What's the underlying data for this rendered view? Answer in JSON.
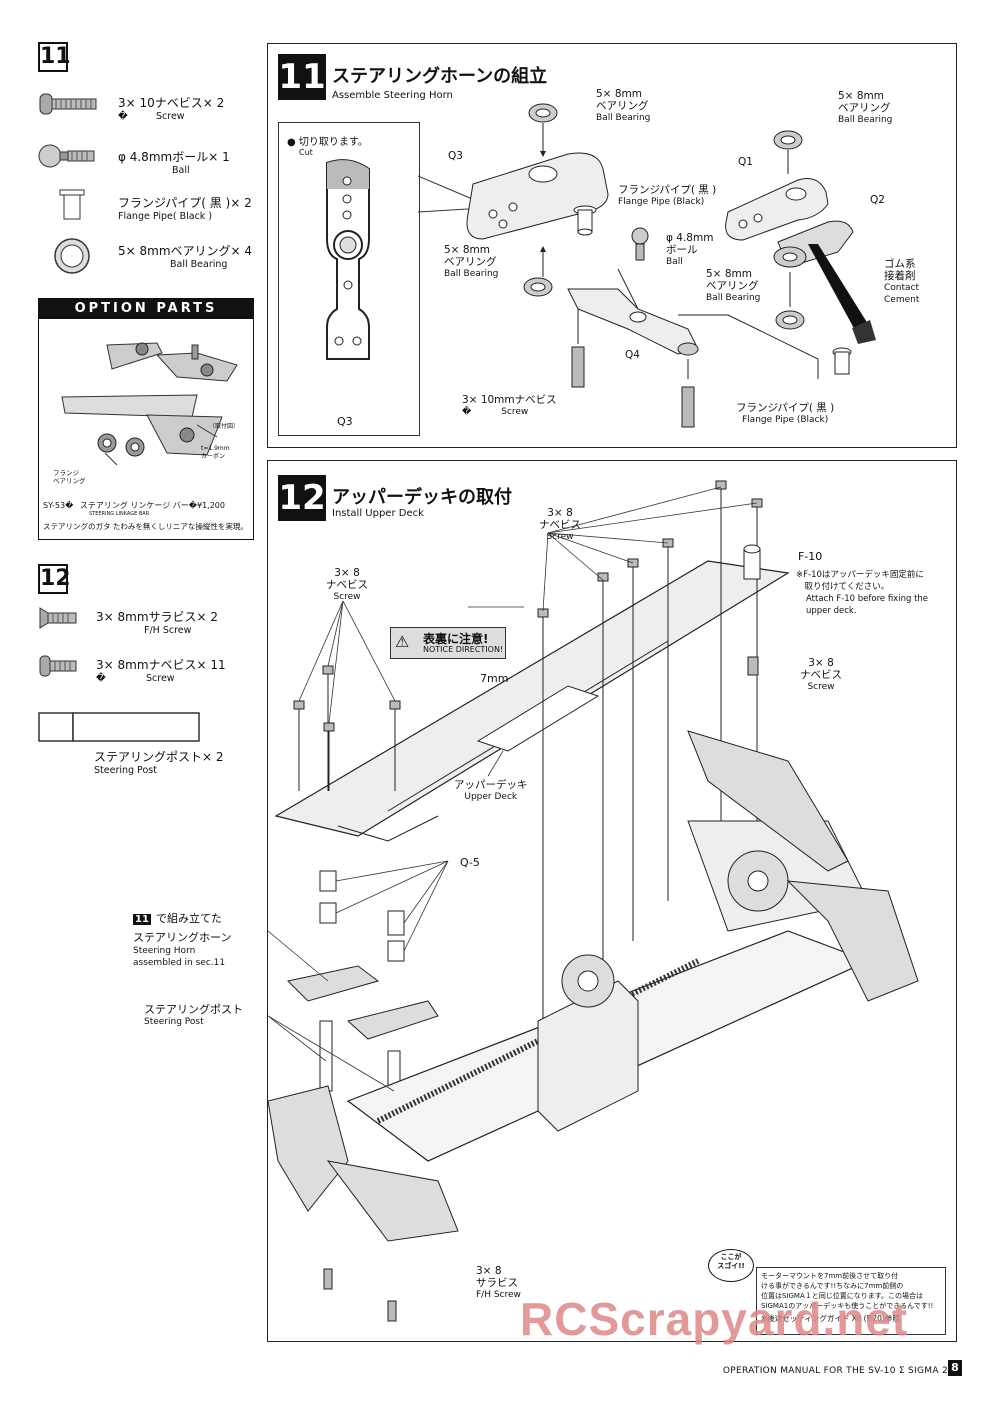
{
  "left_column": {
    "step11_number": "11",
    "step11_parts": [
      {
        "jp": "3× 10ナベビス× 2",
        "en": "Screw",
        "mark": "�"
      },
      {
        "jp": "φ 4.8mmボール× 1",
        "en": "Ball",
        "mark": ""
      },
      {
        "jp": "フランジパイプ( 黒 )× 2",
        "en": "Flange Pipe( Black )",
        "mark": ""
      },
      {
        "jp": "5× 8mmベアリング× 4",
        "en": "Ball Bearing",
        "mark": ""
      }
    ],
    "option": {
      "header": "OPTION PARTS",
      "install_note": "（取付図）",
      "spec": "t=1.9mm\nカーボン",
      "flange": "フランジ\nベアリング",
      "product_code": "SY-53�",
      "product_jp": "ステアリング リンケージ バー",
      "product_price": "�¥1,200",
      "product_en": "STEERING LINKAGE BAR",
      "description": "ステアリングのガタ たわみを無くしリニアな操縦性を実現。"
    },
    "step12_number": "12",
    "step12_parts": [
      {
        "jp": "3× 8mmサラビス× 2",
        "en": "F/H Screw",
        "mark": ""
      },
      {
        "jp": "3× 8mmナベビス× 11",
        "en": "Screw",
        "mark": "�"
      },
      {
        "jp": "ステアリングポスト× 2",
        "en": "Steering Post",
        "mark": ""
      }
    ]
  },
  "panel11": {
    "step": "11",
    "title_jp": "ステアリングホーンの組立",
    "title_en": "Assemble Steering Horn",
    "cut_jp": "● 切り取ります。",
    "cut_en": "Cut",
    "q3": "Q3",
    "q3b": "Q3",
    "q1": "Q1",
    "q2": "Q2",
    "q4": "Q4",
    "bearing1": {
      "jp": "5× 8mm\nベアリング",
      "en": "Ball Bearing"
    },
    "bearing2": {
      "jp": "5× 8mm\nベアリング",
      "en": "Ball Bearing"
    },
    "bearing3": {
      "jp": "5× 8mm\nベアリング",
      "en": "Ball Bearing"
    },
    "bearing4": {
      "jp": "5× 8mm\nベアリング",
      "en": "Ball Bearing"
    },
    "flange1": {
      "jp": "フランジパイプ( 黒 )",
      "en": "Flange Pipe (Black)"
    },
    "flange2": {
      "jp": "フランジパイプ( 黒 )",
      "en": "Flange Pipe (Black)"
    },
    "ball": {
      "jp": "φ 4.8mm\nボール",
      "en": "Ball"
    },
    "cement": {
      "jp": "ゴム系\n接着剤",
      "en": "Contact\nCement"
    },
    "screw": {
      "jp": "3× 10mmナベビス",
      "en": "Screw",
      "mark": "�"
    }
  },
  "panel12": {
    "step": "12",
    "title_jp": "アッパーデッキの取付",
    "title_en": "Install Upper Deck",
    "notice_jp": "表裏に注意!",
    "notice_en": "NOTICE DIRECTION!",
    "dim": "7mm",
    "screw_top": {
      "jp": "3× 8\nナベビス",
      "en": "Screw"
    },
    "screw_left": {
      "jp": "3× 8\nナベビス",
      "en": "Screw"
    },
    "screw_right": {
      "jp": "3× 8\nナベビス",
      "en": "Screw"
    },
    "f10": "F-10",
    "f10_note_jp": "※F-10はアッパーデッキ固定前に\n　取り付けてください。",
    "f10_note_en": "Attach F-10 before fixing the\nupper deck.",
    "upper_deck": {
      "jp": "アッパーデッキ",
      "en": "Upper Deck"
    },
    "q5": "Q-5",
    "horn_ref_num": "11",
    "horn_ref": {
      "jp": "で組み立てた\nステアリングホーン",
      "en": "Steering Horn\nassembled in sec.11"
    },
    "post": {
      "jp": "ステアリングポスト",
      "en": "Steering Post"
    },
    "fh_screw": {
      "jp": "3× 8\nサラビス",
      "en": "F/H Screw"
    },
    "sugoi": "ここが\nスゴイ!!",
    "tip_text": "モーターマウントを7mm前後させて取り付\nける事ができるんです!!ちなみに7mm前側の\n位置はSIGMA１と同じ位置になります。この場合は\nSIGMA1のアッパーデッキも使うことができるんです!!",
    "tip_ref": "※後述セッティングガイド XII (P.20)参照"
  },
  "footer": {
    "text": "OPERATION MANUAL FOR THE SV-10 Σ SIGMA 2",
    "page": "8"
  },
  "watermark": "RCScrapyard.net"
}
